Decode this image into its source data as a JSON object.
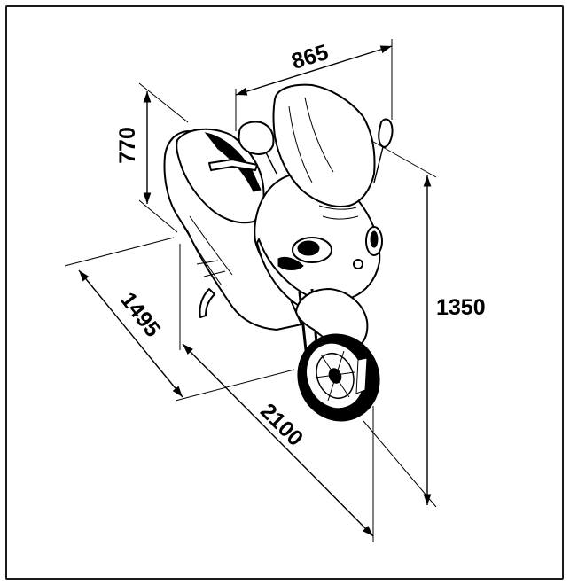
{
  "dimensions": {
    "width": "865",
    "seat_height": "770",
    "height": "1350",
    "wheelbase": "1495",
    "length": "2100"
  }
}
